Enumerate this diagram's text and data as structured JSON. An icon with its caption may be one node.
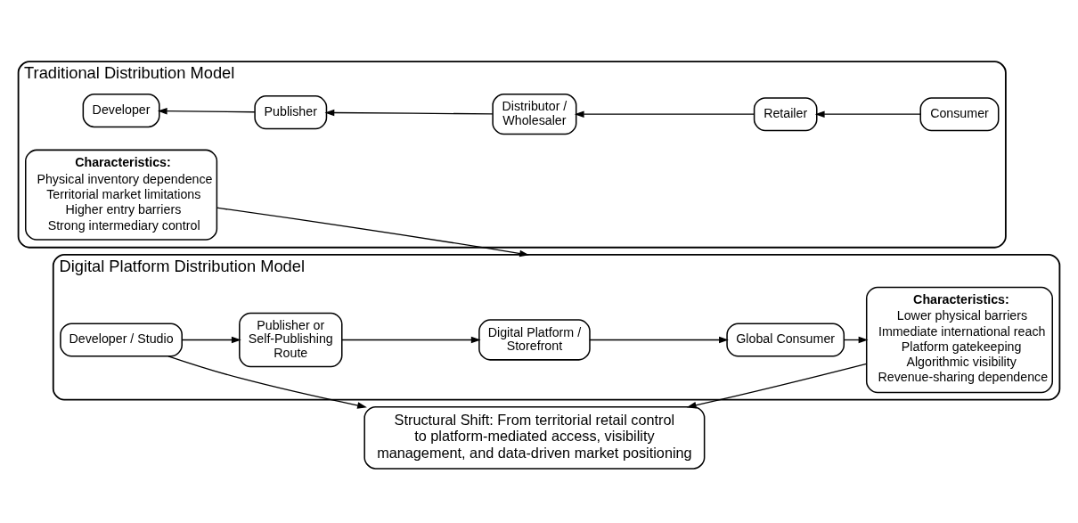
{
  "diagram": {
    "nodes": [
      {
        "text": [
          "Traditional Distribution Model"
        ]
      },
      {
        "text": [
          "Developer"
        ],
        "in": 0
      },
      {
        "text": [
          "Publisher"
        ],
        "in": 0
      },
      {
        "text": [
          "Distributor / Wholesaler"
        ],
        "in": 0
      },
      {
        "text": [
          "Retailer"
        ],
        "in": 0
      },
      {
        "text": [
          "Consumer"
        ],
        "in": 0
      },
      {
        "text": [
          "Characteristics:",
          "Physical inventory dependence",
          "Territorial market limitations",
          "Higher entry barriers",
          "Strong intermediary control"
        ],
        "in": 0
      },
      {
        "text": [
          "Digital Platform Distribution Model"
        ]
      },
      {
        "text": [
          "Developer / Studio"
        ],
        "in": 7
      },
      {
        "text": [
          "Publisher or Self-Publishing Route"
        ],
        "in": 7
      },
      {
        "text": [
          "Digital Platform / Storefront"
        ],
        "in": 7
      },
      {
        "text": [
          "Global Consumer"
        ],
        "in": 7
      },
      {
        "text": [
          "Characteristics:",
          "Lower physical barriers",
          "Immediate international reach",
          "Platform gatekeeping",
          "Algorithmic visibility",
          "Revenue-sharing dependence"
        ],
        "in": 7
      },
      {
        "text": [
          "Structural Shift: From territorial retail control to platform-mediated access, visibility management, and data-driven market positioning"
        ]
      }
    ],
    "edges": [
      {
        "from": 2,
        "to": 1,
        "arrow": "to"
      },
      {
        "from": 3,
        "to": 2,
        "arrow": "to"
      },
      {
        "from": 4,
        "to": 3,
        "arrow": "to"
      },
      {
        "from": 5,
        "to": 4,
        "arrow": "to"
      },
      {
        "from": 8,
        "to": 9,
        "arrow": "to"
      },
      {
        "from": 9,
        "to": 10,
        "arrow": "to"
      },
      {
        "from": 10,
        "to": 11,
        "arrow": "to"
      },
      {
        "from": 11,
        "to": 12,
        "arrow": "to"
      },
      {
        "from": 6,
        "to": 7,
        "arrow": "to"
      },
      {
        "from": 8,
        "to": 13,
        "arrow": "to"
      },
      {
        "from": 12,
        "to": 13,
        "arrow": "to"
      }
    ]
  }
}
